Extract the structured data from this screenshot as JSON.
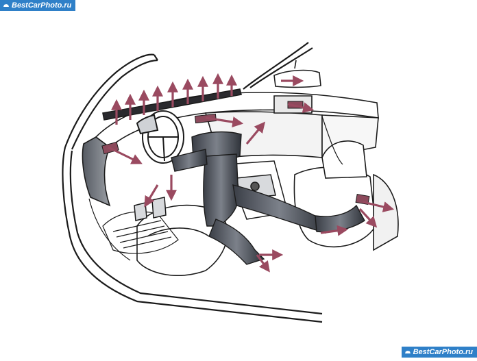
{
  "watermark_top": "BestCarPhoto.ru",
  "watermark_bottom": "BestCarPhoto.ru",
  "colors": {
    "airflow_arrow": "#9a4a60",
    "duct": "#4a4f58",
    "line": "#1b1b1b",
    "shading": "#6f7379",
    "watermark_bg": "#2f80c8"
  },
  "illustration": {
    "subject": "car-interior-ventilation-diagram"
  }
}
